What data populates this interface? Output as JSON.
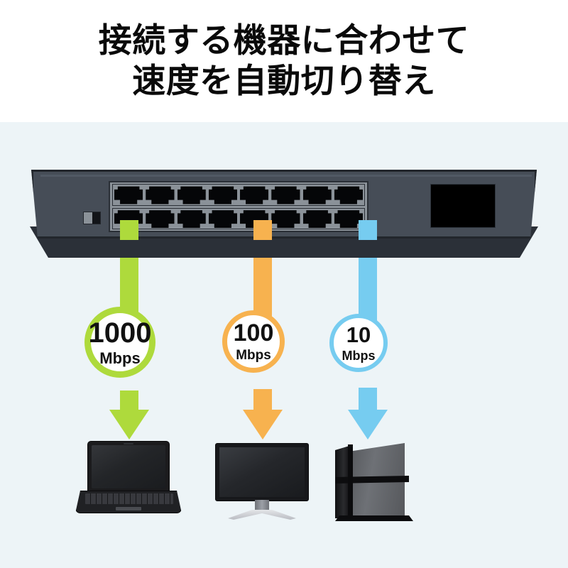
{
  "headline": {
    "line1": "接続する機器に合わせて",
    "line2": "速度を自動切り替え"
  },
  "colors": {
    "background": "#ffffff",
    "panel_background": "#edf4f7",
    "green": "#aeda3c",
    "orange": "#f7b24f",
    "blue": "#76ccf0",
    "switch_body": "#464d57",
    "switch_outline": "#22262c",
    "port_frame": "#8b9299",
    "port_hole": "#050608",
    "text": "#111111"
  },
  "switch_device": {
    "label": "network-switch",
    "port_rows": 2,
    "ports_per_row": 8,
    "top_row_ports": [
      "port-1",
      "port-2",
      "port-3",
      "port-4",
      "port-5",
      "port-6",
      "port-7",
      "port-8"
    ],
    "bottom_row_ports": [
      "port-9",
      "port-10",
      "port-11",
      "port-12",
      "port-13",
      "port-14",
      "port-15",
      "port-16"
    ],
    "mode_button": "mode-toggle",
    "display_panel": "status-display-panel",
    "connected_ports": [
      {
        "row": "bottom",
        "index": 1,
        "color": "#aeda3c"
      },
      {
        "row": "bottom",
        "index": 5,
        "color": "#f7b24f"
      },
      {
        "row": "bottom",
        "index": 8,
        "color": "#76ccf0"
      }
    ]
  },
  "speed_links": [
    {
      "id": "link-1000",
      "value": "1000",
      "unit": "Mbps",
      "color": "#aeda3c",
      "device": "laptop",
      "value_font_size": "40px",
      "unit_font_size": "22px"
    },
    {
      "id": "link-100",
      "value": "100",
      "unit": "Mbps",
      "color": "#f7b24f",
      "device": "monitor",
      "value_font_size": "34px",
      "unit_font_size": "19px"
    },
    {
      "id": "link-10",
      "value": "10",
      "unit": "Mbps",
      "color": "#76ccf0",
      "device": "game-console",
      "value_font_size": "31px",
      "unit_font_size": "18px"
    }
  ],
  "devices": [
    {
      "id": "device-laptop",
      "name": "laptop"
    },
    {
      "id": "device-monitor",
      "name": "desktop-monitor"
    },
    {
      "id": "device-console",
      "name": "game-console"
    }
  ]
}
